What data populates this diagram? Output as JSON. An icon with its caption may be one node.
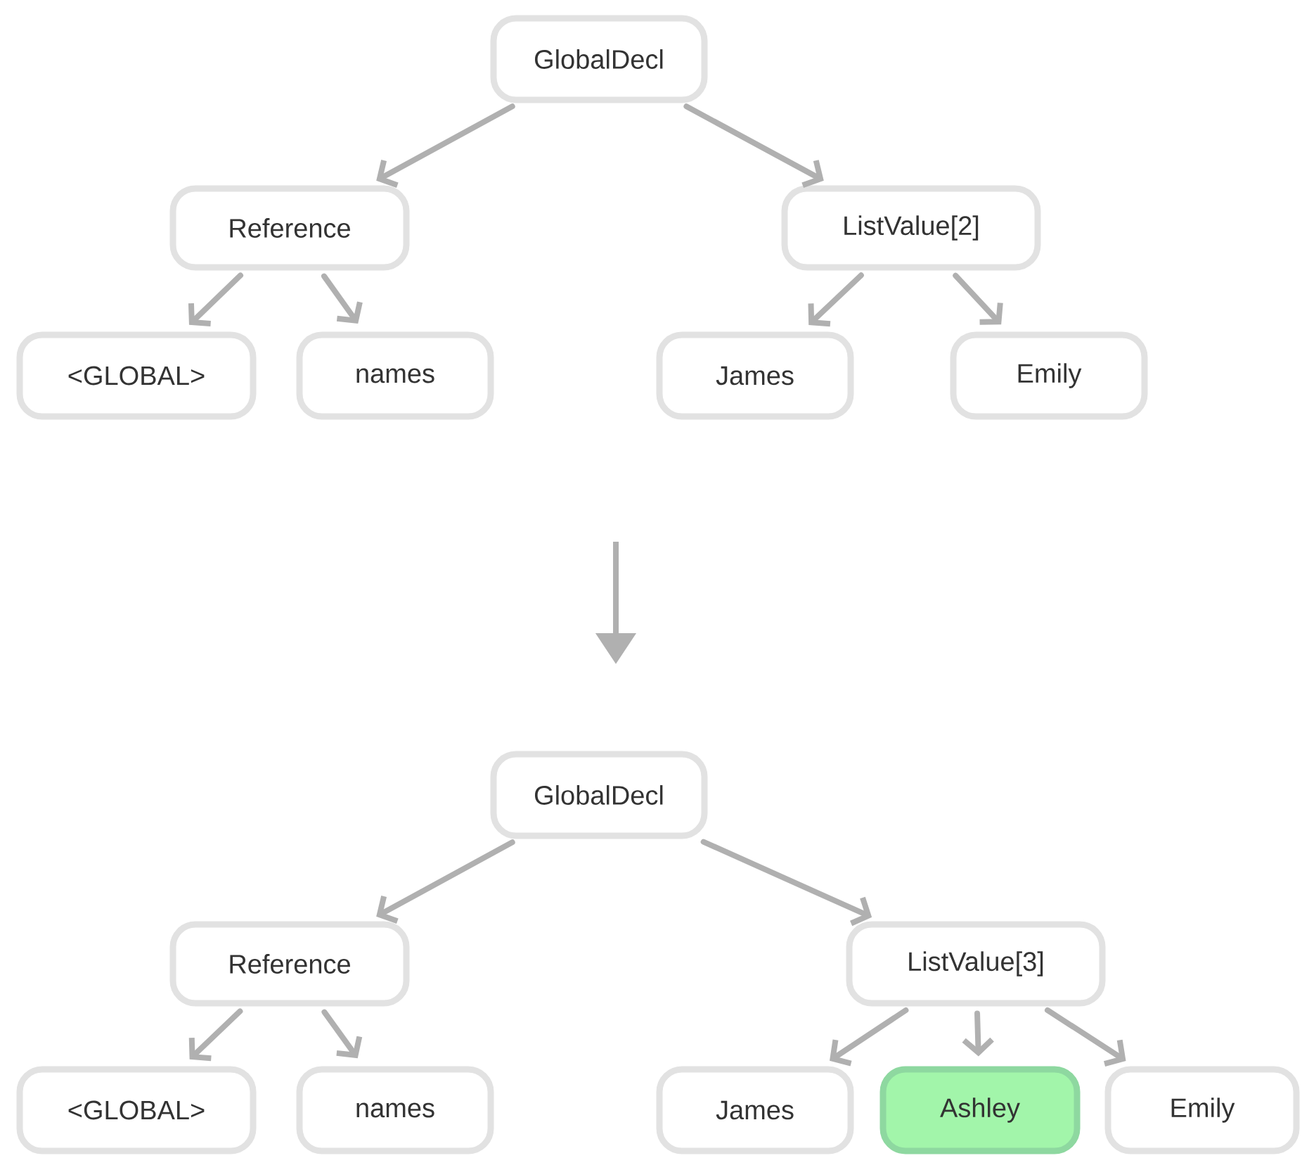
{
  "diagram": {
    "nodes": [
      {
        "text": [
          "GlobalDecl"
        ]
      },
      {
        "text": [
          "Reference"
        ]
      },
      {
        "text": [
          "ListValue[2]"
        ]
      },
      {
        "text": [
          "<GLOBAL>"
        ]
      },
      {
        "text": [
          "names"
        ]
      },
      {
        "text": [
          "James"
        ]
      },
      {
        "text": [
          "Emily"
        ]
      },
      {
        "text": [
          "GlobalDecl"
        ]
      },
      {
        "text": [
          "Reference"
        ]
      },
      {
        "text": [
          "ListValue[3]"
        ]
      },
      {
        "text": [
          "<GLOBAL>"
        ]
      },
      {
        "text": [
          "names"
        ]
      },
      {
        "text": [
          "James"
        ]
      },
      {
        "text": [
          "Ashley"
        ]
      },
      {
        "text": [
          "Emily"
        ]
      }
    ],
    "edges": [
      {
        "from": 0,
        "to": 1,
        "arrow": "to"
      },
      {
        "from": 0,
        "to": 2,
        "arrow": "to"
      },
      {
        "from": 1,
        "to": 3,
        "arrow": "to"
      },
      {
        "from": 1,
        "to": 4,
        "arrow": "to"
      },
      {
        "from": 2,
        "to": 5,
        "arrow": "to"
      },
      {
        "from": 2,
        "to": 6,
        "arrow": "to"
      },
      {
        "from": 7,
        "to": 8,
        "arrow": "to"
      },
      {
        "from": 7,
        "to": 9,
        "arrow": "to"
      },
      {
        "from": 8,
        "to": 10,
        "arrow": "to"
      },
      {
        "from": 8,
        "to": 11,
        "arrow": "to"
      },
      {
        "from": 9,
        "to": 12,
        "arrow": "to"
      },
      {
        "from": 9,
        "to": 13,
        "arrow": "to"
      },
      {
        "from": 9,
        "to": 14,
        "arrow": "to"
      }
    ]
  }
}
